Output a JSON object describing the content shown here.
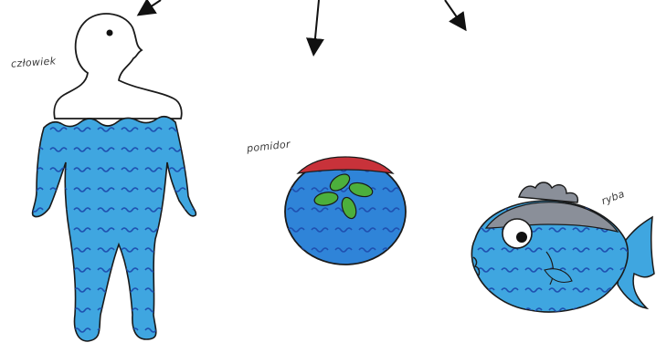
{
  "labels": {
    "human": "człowiek",
    "tomato": "pomidor",
    "fish": "ryba"
  },
  "colors": {
    "water": "#3fa6e0",
    "water_dark": "#1e5fb8",
    "outline": "#1a1a1a",
    "tomato_top": "#c8323a",
    "stem": "#4caf3c",
    "fish_fin": "#8a8f99"
  },
  "arrows": [
    "arrow-to-human",
    "arrow-to-tomato",
    "arrow-to-fish"
  ]
}
